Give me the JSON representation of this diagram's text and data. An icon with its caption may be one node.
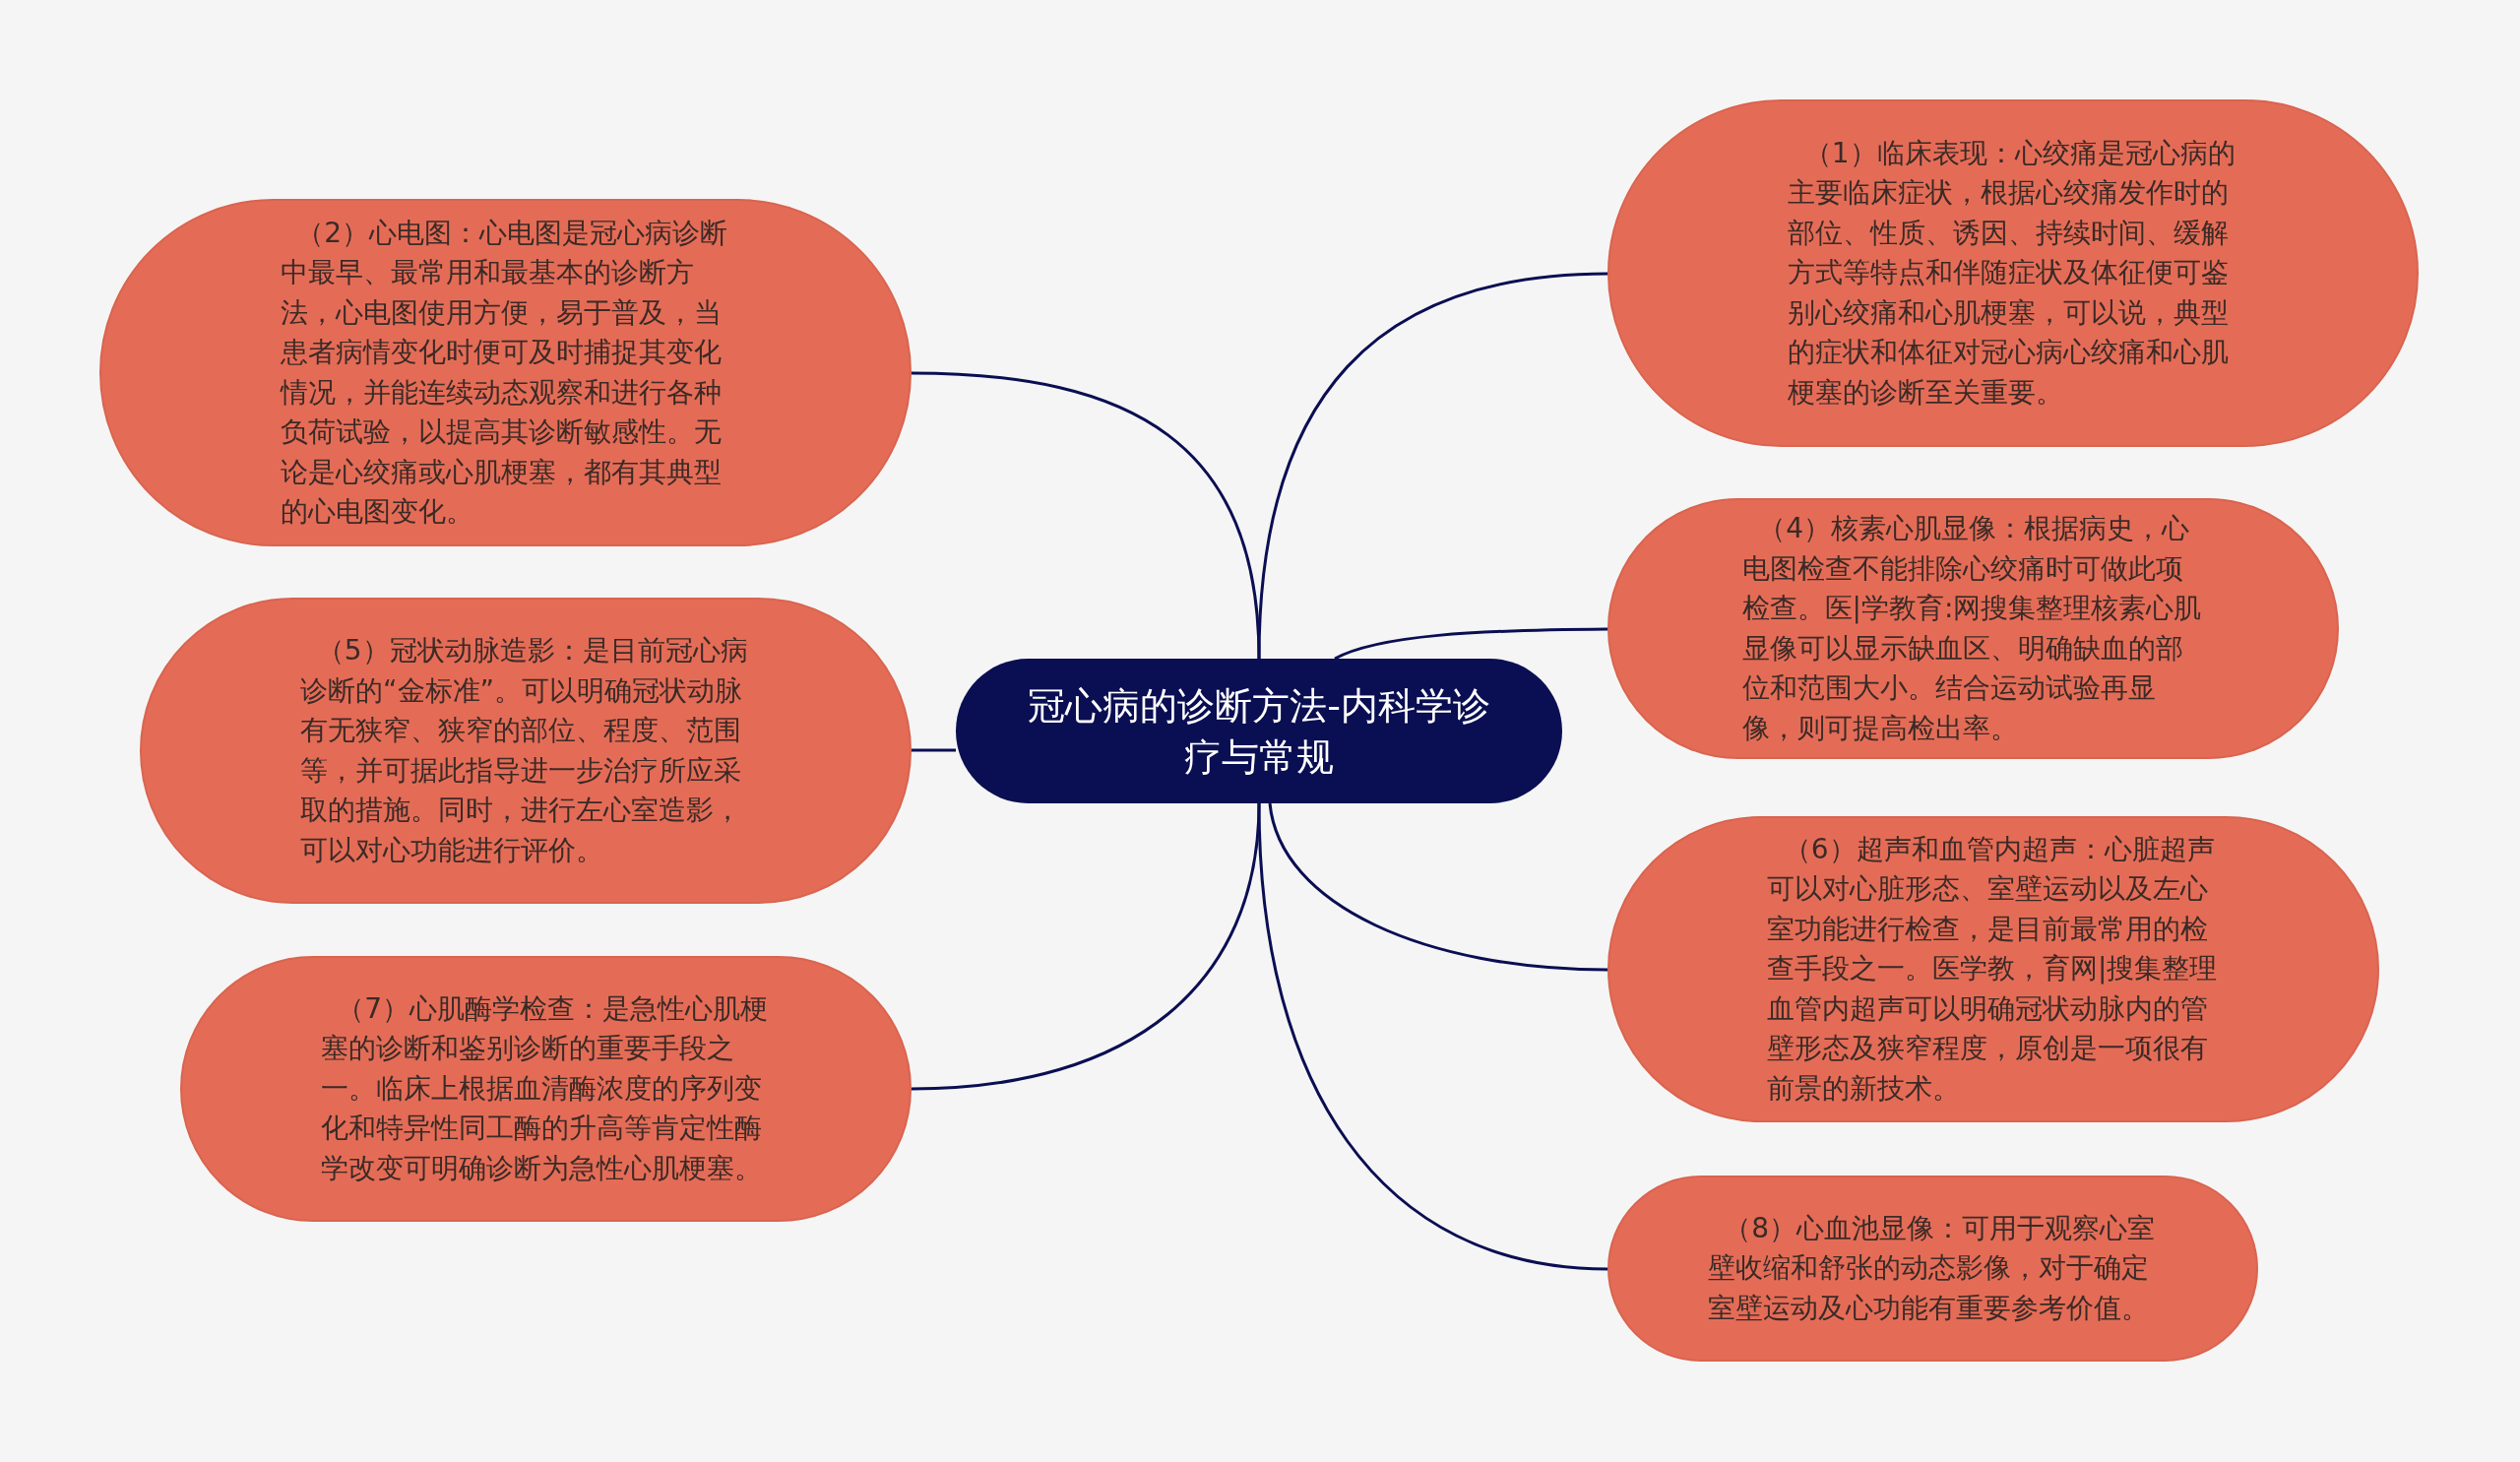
{
  "diagram": {
    "nodes": [
      {
        "text": [
          "冠心病的诊断方法-内科学诊疗与常规"
        ]
      },
      {
        "text": [
          "（1）临床表现：心绞痛是冠心病的主要临床症状，根据心绞痛发作时的部位、性质、诱因、持续时间、缓解方式等特点和伴随症状及体征便可鉴别心绞痛和心肌梗塞，可以说，典型的症状和体征对冠心病心绞痛和心肌梗塞的诊断至关重要。"
        ]
      },
      {
        "text": [
          "（2）心电图：心电图是冠心病诊断中最早、最常用和最基本的诊断方法，心电图使用方便，易于普及，当患者病情变化时便可及时捕捉其变化情况，并能连续动态观察和进行各种负荷试验，以提高其诊断敏感性。无论是心绞痛或心肌梗塞，都有其典型的心电图变化。"
        ]
      },
      {
        "text": [
          "（4）核素心肌显像：根据病史，心电图检查不能排除心绞痛时可做此项检查。医|学教育:网搜集整理核素心肌显像可以显示缺血区、明确缺血的部位和范围大小。结合运动试验再显像，则可提高检出率。"
        ]
      },
      {
        "text": [
          "（5）冠状动脉造影：是目前冠心病诊断的“金标准”。可以明确冠状动脉有无狭窄、狭窄的部位、程度、范围等，并可据此指导进一步治疗所应采取的措施。同时，进行左心室造影，可以对心功能进行评价。"
        ]
      },
      {
        "text": [
          "（6）超声和血管内超声：心脏超声可以对心脏形态、室壁运动以及左心室功能进行检查，是目前最常用的检查手段之一。医学教，育网|搜集整理血管内超声可以明确冠状动脉内的管壁形态及狭窄程度，原创是一项很有前景的新技术。"
        ]
      },
      {
        "text": [
          "（7）心肌酶学检查：是急性心肌梗塞的诊断和鉴别诊断的重要手段之一。临床上根据血清酶浓度的序列变化和特异性同工酶的升高等肯定性酶学改变可明确诊断为急性心肌梗塞。"
        ]
      },
      {
        "text": [
          "（8）心血池显像：可用于观察心室壁收缩和舒张的动态影像，对于确定室壁运动及心功能有重要参考价值。"
        ]
      }
    ],
    "edges": [
      {
        "from": 0,
        "to": 1,
        "arrow": "none"
      },
      {
        "from": 0,
        "to": 2,
        "arrow": "none"
      },
      {
        "from": 0,
        "to": 3,
        "arrow": "none"
      },
      {
        "from": 0,
        "to": 4,
        "arrow": "none"
      },
      {
        "from": 0,
        "to": 5,
        "arrow": "none"
      },
      {
        "from": 0,
        "to": 6,
        "arrow": "none"
      },
      {
        "from": 0,
        "to": 7,
        "arrow": "none"
      }
    ]
  }
}
